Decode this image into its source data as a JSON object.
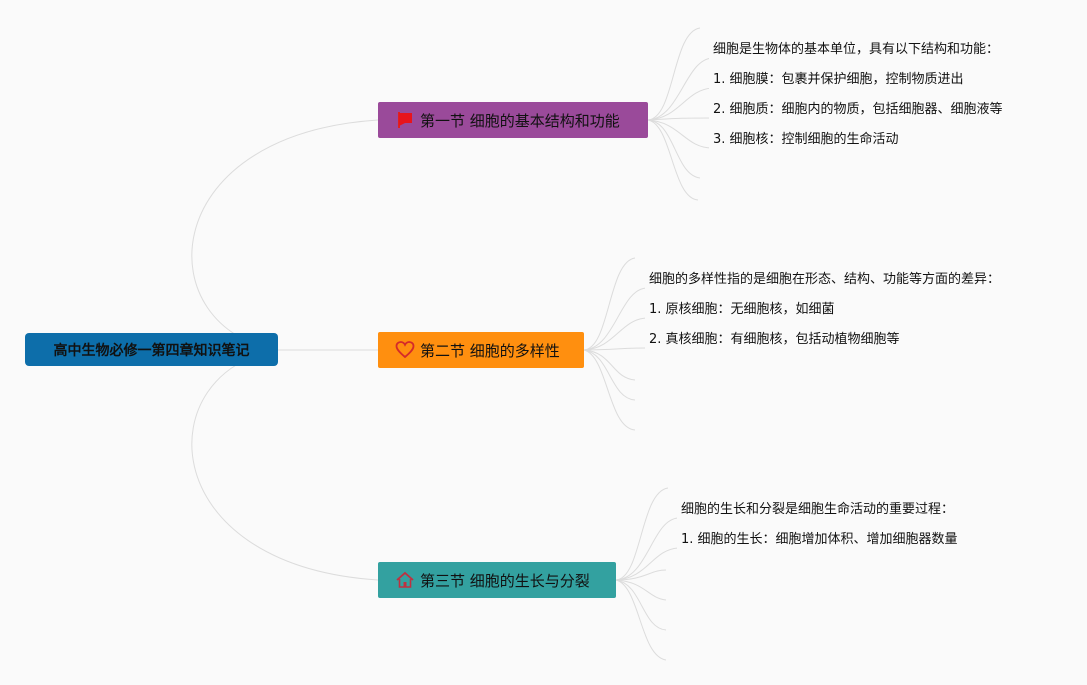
{
  "root": {
    "label": "高中生物必修一第四章知识笔记"
  },
  "branches": [
    {
      "label": "第一节 细胞的基本结构和功能",
      "icon": "red-flag-icon",
      "color": "#9a4a9a",
      "items": [
        "细胞是生物体的基本单位，具有以下结构和功能：",
        "1. 细胞膜：包裹并保护细胞，控制物质进出",
        "2. 细胞质：细胞内的物质，包括细胞器、细胞液等",
        "3. 细胞核：控制细胞的生命活动"
      ]
    },
    {
      "label": "第二节 细胞的多样性",
      "icon": "heart-outline-icon",
      "color": "#ff8f0f",
      "items": [
        "细胞的多样性指的是细胞在形态、结构、功能等方面的差异：",
        "1. 原核细胞：无细胞核，如细菌",
        "2. 真核细胞：有细胞核，包括动植物细胞等"
      ]
    },
    {
      "label": "第三节 细胞的生长与分裂",
      "icon": "house-icon",
      "color": "#33a1a0",
      "items": [
        "细胞的生长和分裂是细胞生命活动的重要过程：",
        "1. 细胞的生长：细胞增加体积、增加细胞器数量"
      ]
    }
  ]
}
